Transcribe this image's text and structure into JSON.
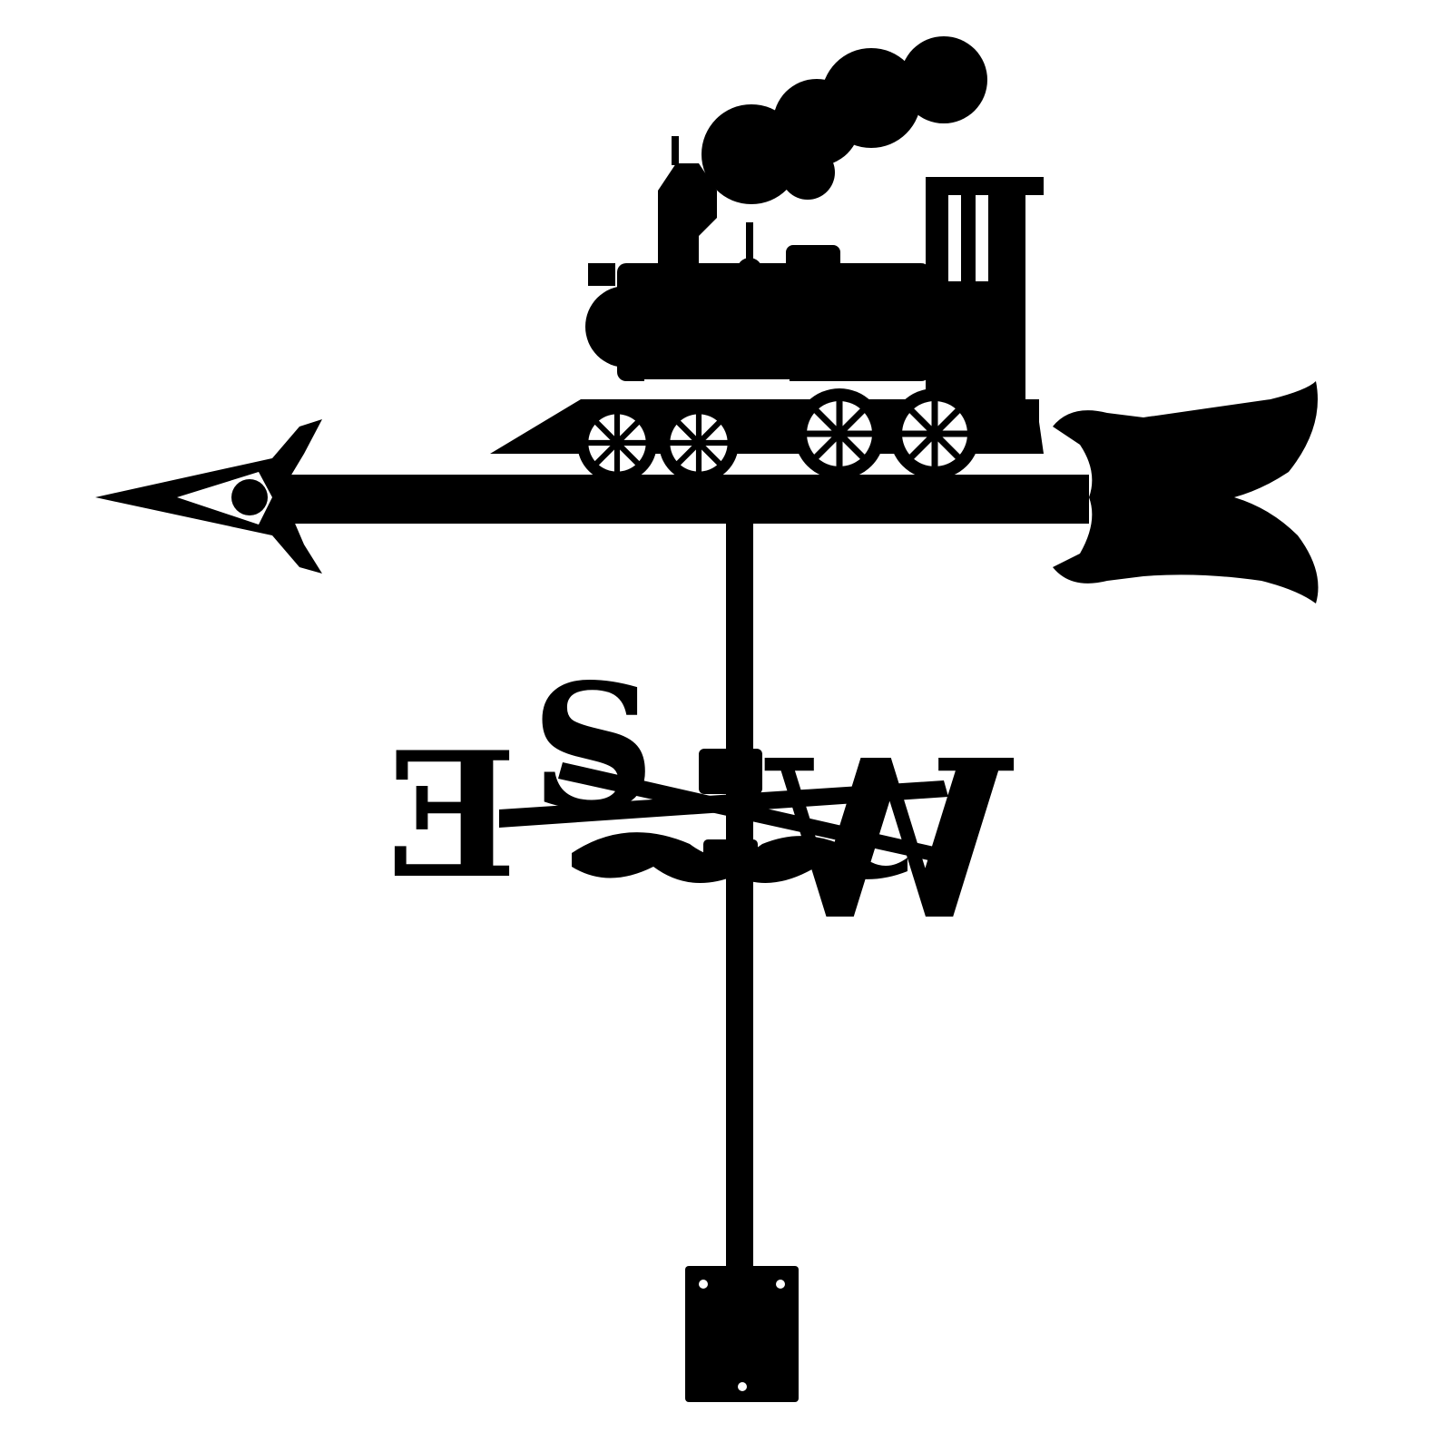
{
  "object": {
    "colors": {
      "silhouette": "#000000",
      "background": "#ffffff",
      "cutout": "#ffffff"
    },
    "compass_letters": {
      "east": "E",
      "south": "S",
      "west": "W"
    }
  }
}
